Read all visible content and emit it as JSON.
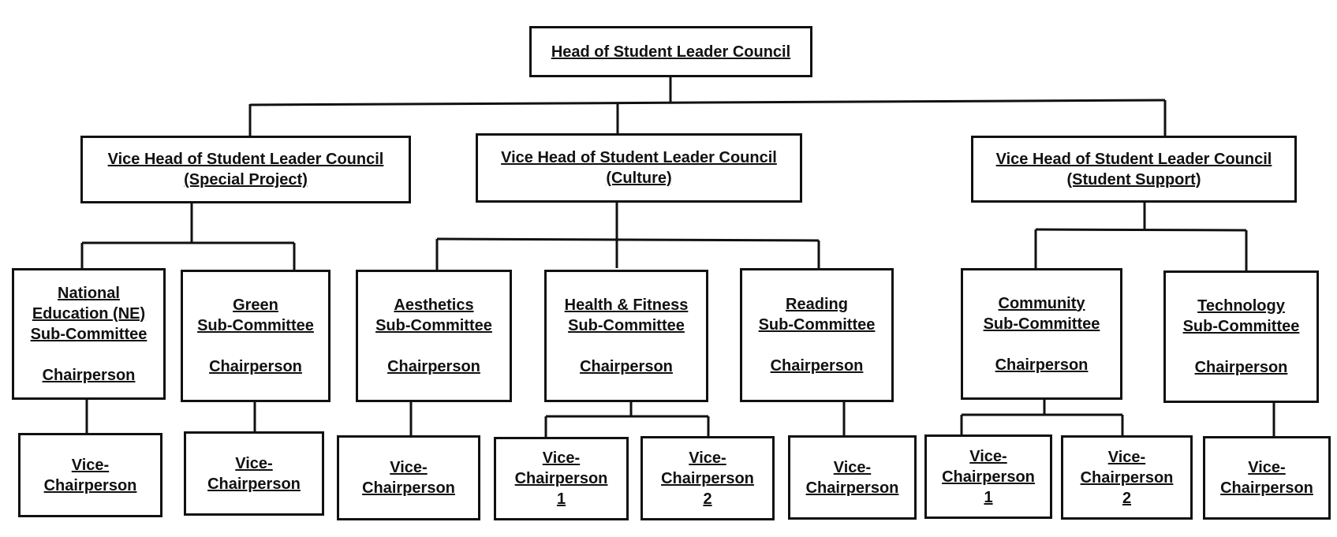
{
  "org_chart": {
    "head": {
      "title": "Head of Student Leader Council"
    },
    "vice_heads": [
      {
        "line1": "Vice Head of Student Leader Council",
        "line2": "(Special Project)"
      },
      {
        "line1": "Vice Head of Student Leader Council",
        "line2": "(Culture)"
      },
      {
        "line1": "Vice Head of Student Leader Council",
        "line2": "(Student Support)"
      }
    ],
    "committees": [
      {
        "lines": [
          "National",
          "Education (NE)",
          "Sub-Committee"
        ],
        "role": "Chairperson"
      },
      {
        "lines": [
          "Green",
          "Sub-Committee"
        ],
        "role": "Chairperson"
      },
      {
        "lines": [
          "Aesthetics",
          "Sub-Committee"
        ],
        "role": "Chairperson"
      },
      {
        "lines": [
          "Health & Fitness",
          "Sub-Committee"
        ],
        "role": "Chairperson"
      },
      {
        "lines": [
          "Reading",
          "Sub-Committee"
        ],
        "role": "Chairperson"
      },
      {
        "lines": [
          "Community",
          "Sub-Committee"
        ],
        "role": "Chairperson"
      },
      {
        "lines": [
          "Technology",
          "Sub-Committee"
        ],
        "role": "Chairperson"
      }
    ],
    "vice_chairs": [
      {
        "lines": [
          "Vice-",
          "Chairperson"
        ]
      },
      {
        "lines": [
          "Vice-",
          "Chairperson"
        ]
      },
      {
        "lines": [
          "Vice-",
          "Chairperson"
        ]
      },
      {
        "lines": [
          "Vice-",
          "Chairperson",
          "1"
        ]
      },
      {
        "lines": [
          "Vice-",
          "Chairperson",
          "2"
        ]
      },
      {
        "lines": [
          "Vice-",
          "Chairperson"
        ]
      },
      {
        "lines": [
          "Vice-",
          "Chairperson",
          "1"
        ]
      },
      {
        "lines": [
          "Vice-",
          "Chairperson",
          "2"
        ]
      },
      {
        "lines": [
          "Vice-",
          "Chairperson"
        ]
      }
    ]
  }
}
